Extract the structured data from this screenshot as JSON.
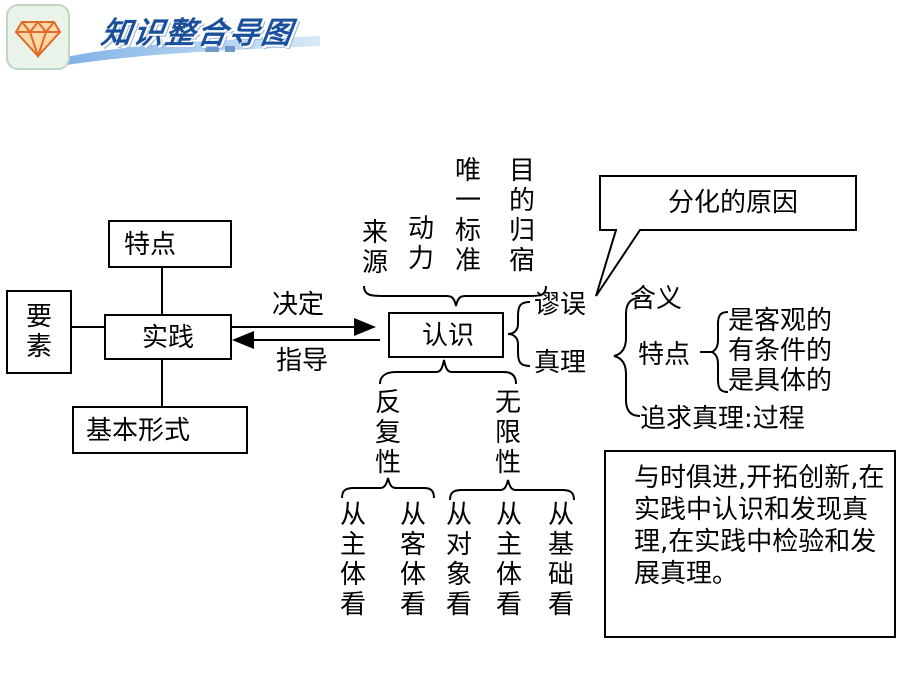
{
  "header": {
    "title": "知识整合导图"
  },
  "diagram": {
    "practice": "实践",
    "features_box": "特点",
    "elements_box": "要素",
    "basic_forms_box": "基本形式",
    "arrow_top": "决定",
    "arrow_bottom": "指导",
    "cognition": "认识",
    "roles": [
      "来源",
      "动力",
      "唯一标准",
      "目的归宿"
    ],
    "fallacy": "谬误",
    "truth": "真理",
    "callout": "分化的原因",
    "truth_branches": {
      "meaning": "含义",
      "features": "特点",
      "feature_items": [
        "是客观的",
        "有条件的",
        "是具体的"
      ],
      "pursuit": "追求真理:过程"
    },
    "repetitive": "反复性",
    "repetitive_items": [
      "从主体看",
      "从客体看"
    ],
    "infinite": "无限性",
    "infinite_items": [
      "从对象看",
      "从主体看",
      "从基础看"
    ],
    "summary": "与时俱进,开拓创新,在实践中认识和发现真理,在实践中检验和发展真理。"
  }
}
